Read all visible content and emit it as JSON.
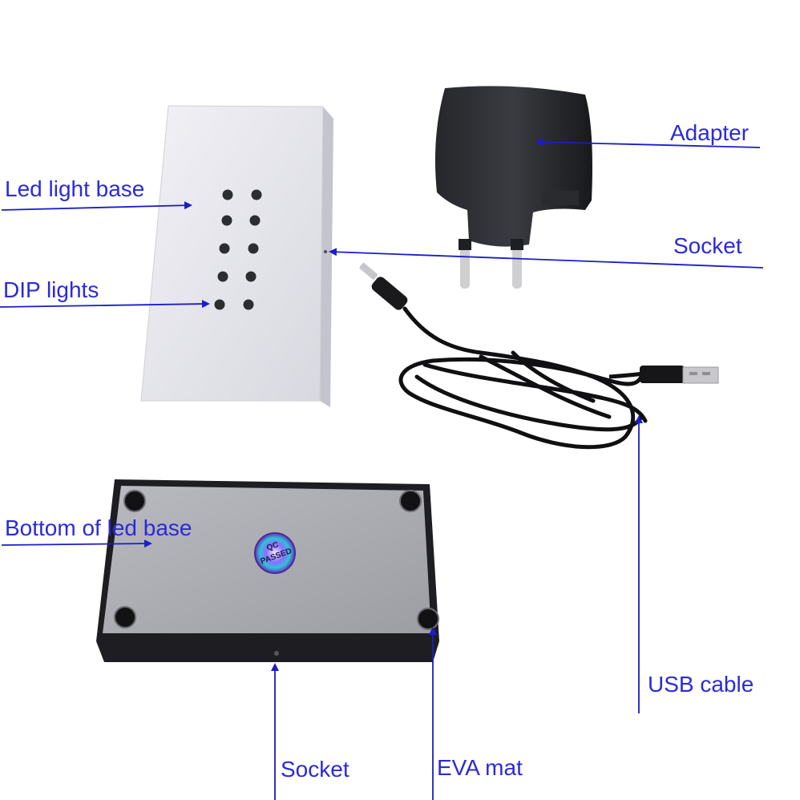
{
  "labels": {
    "led_light_base": "Led light base",
    "dip_lights": "DIP lights",
    "adapter": "Adapter",
    "socket_top": "Socket",
    "usb_cable": "USB cable",
    "bottom_of_led_base": "Bottom of led base",
    "socket_bottom": "Socket",
    "eva_mat": "EVA mat"
  },
  "stamp": {
    "line1": "QC",
    "line2": "PASSED"
  },
  "colors": {
    "label_text": "#2b2bd6",
    "arrow": "#1c1cc9",
    "base_top": "#e6e6ee",
    "base_bottom_frame": "#1d1d22",
    "base_bottom_plate": "#a9aab0",
    "adapter": "#1b1c1f",
    "plug_pins": "#cfcfd2",
    "cable": "#101012",
    "usb_metal": "#c8c8cc"
  }
}
